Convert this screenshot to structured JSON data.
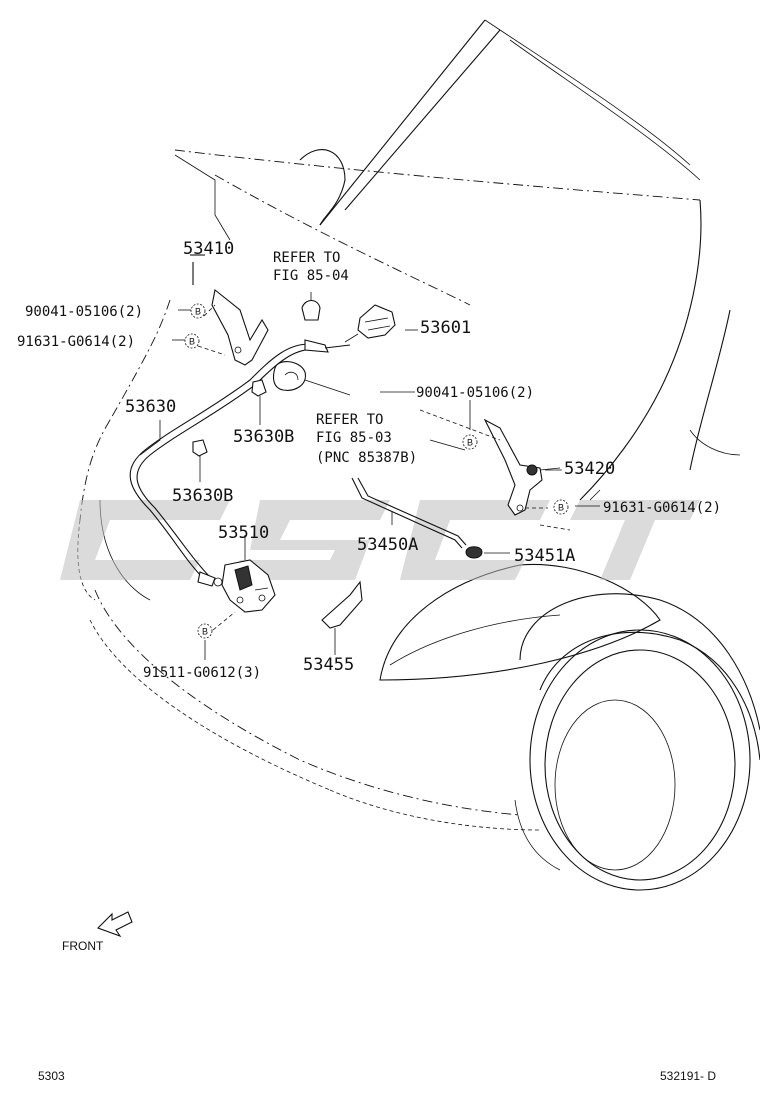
{
  "labels": {
    "p53410": "53410",
    "refer1_line1": "REFER TO",
    "refer1_line2": "FIG 85-04",
    "p53601": "53601",
    "bolt_90041_top": "90041-05106(2)",
    "bolt_91631_left": "91631-G0614(2)",
    "p53630": "53630",
    "bolt_90041_right": "90041-05106(2)",
    "refer2_line1": "REFER TO",
    "refer2_line2": "FIG 85-03",
    "refer2_line3": "(PNC 85387B)",
    "p53630B_a": "53630B",
    "p53630B_b": "53630B",
    "p53420": "53420",
    "bolt_91631_right": "91631-G0614(2)",
    "p53510": "53510",
    "p53450A": "53450A",
    "p53451A": "53451A",
    "p53455": "53455",
    "bolt_91511": "91511-G0612(3)",
    "front": "FRONT",
    "page_code": "5303",
    "drawing_code": "532191- D"
  },
  "bolt_marks": {
    "b1": "B",
    "b2": "B",
    "b3": "B",
    "b4": "B",
    "b5": "B"
  }
}
